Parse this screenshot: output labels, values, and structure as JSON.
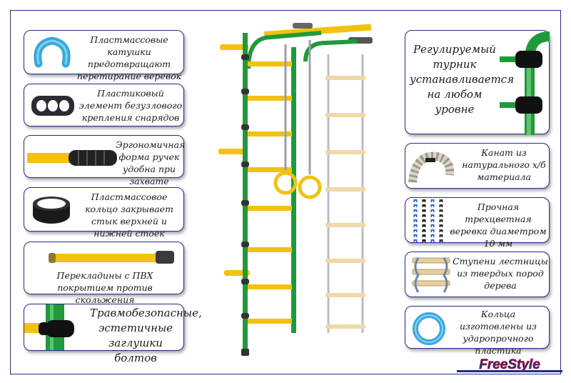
{
  "left_cards": [
    {
      "text": "Пластмассовые катушки предотвращают перетирание веревок",
      "icon": "blue-clip-icon"
    },
    {
      "text": "Пластиковый элемент безузлового крепления снарядов",
      "icon": "three-hole-plate-icon"
    },
    {
      "text": "Эргономичная форма ручек удобна при захвате",
      "icon": "handle-grip-icon"
    },
    {
      "text": "Пластмассовое кольцо закрывает стык верхней и нижней стоек",
      "icon": "black-ring-icon"
    },
    {
      "text": "Перекладины с ПВХ покрытием против скольжения",
      "icon": "yellow-rung-icon"
    },
    {
      "text": "Травмобезопасные, эстетичные заглушки болтов",
      "icon": "bolt-cap-icon"
    }
  ],
  "right_cards": [
    {
      "text": "Регулируемый турник устанавливается на любом уровне",
      "icon": "pullup-bar-icon"
    },
    {
      "text": "Канат из натурального х/б материала",
      "icon": "rope-icon"
    },
    {
      "text": "Прочная трехцветная веревка диаметром 10 мм",
      "icon": "tricolor-cord-icon"
    },
    {
      "text": "Ступени лестницы из твердых пород дерева",
      "icon": "wooden-ladder-icon"
    },
    {
      "text": "Кольца изготовлены из ударопрочного пластика",
      "icon": "blue-ring-icon"
    }
  ],
  "logo": {
    "text": "FreeStyle",
    "icon": "freestyle-logo-icon"
  },
  "colors": {
    "frame": "#2a2a8a",
    "steel": "#1f9a3a",
    "rung": "#f2c20f",
    "wood": "#f0d9a8",
    "ring_blue": "#3ba7e0"
  }
}
